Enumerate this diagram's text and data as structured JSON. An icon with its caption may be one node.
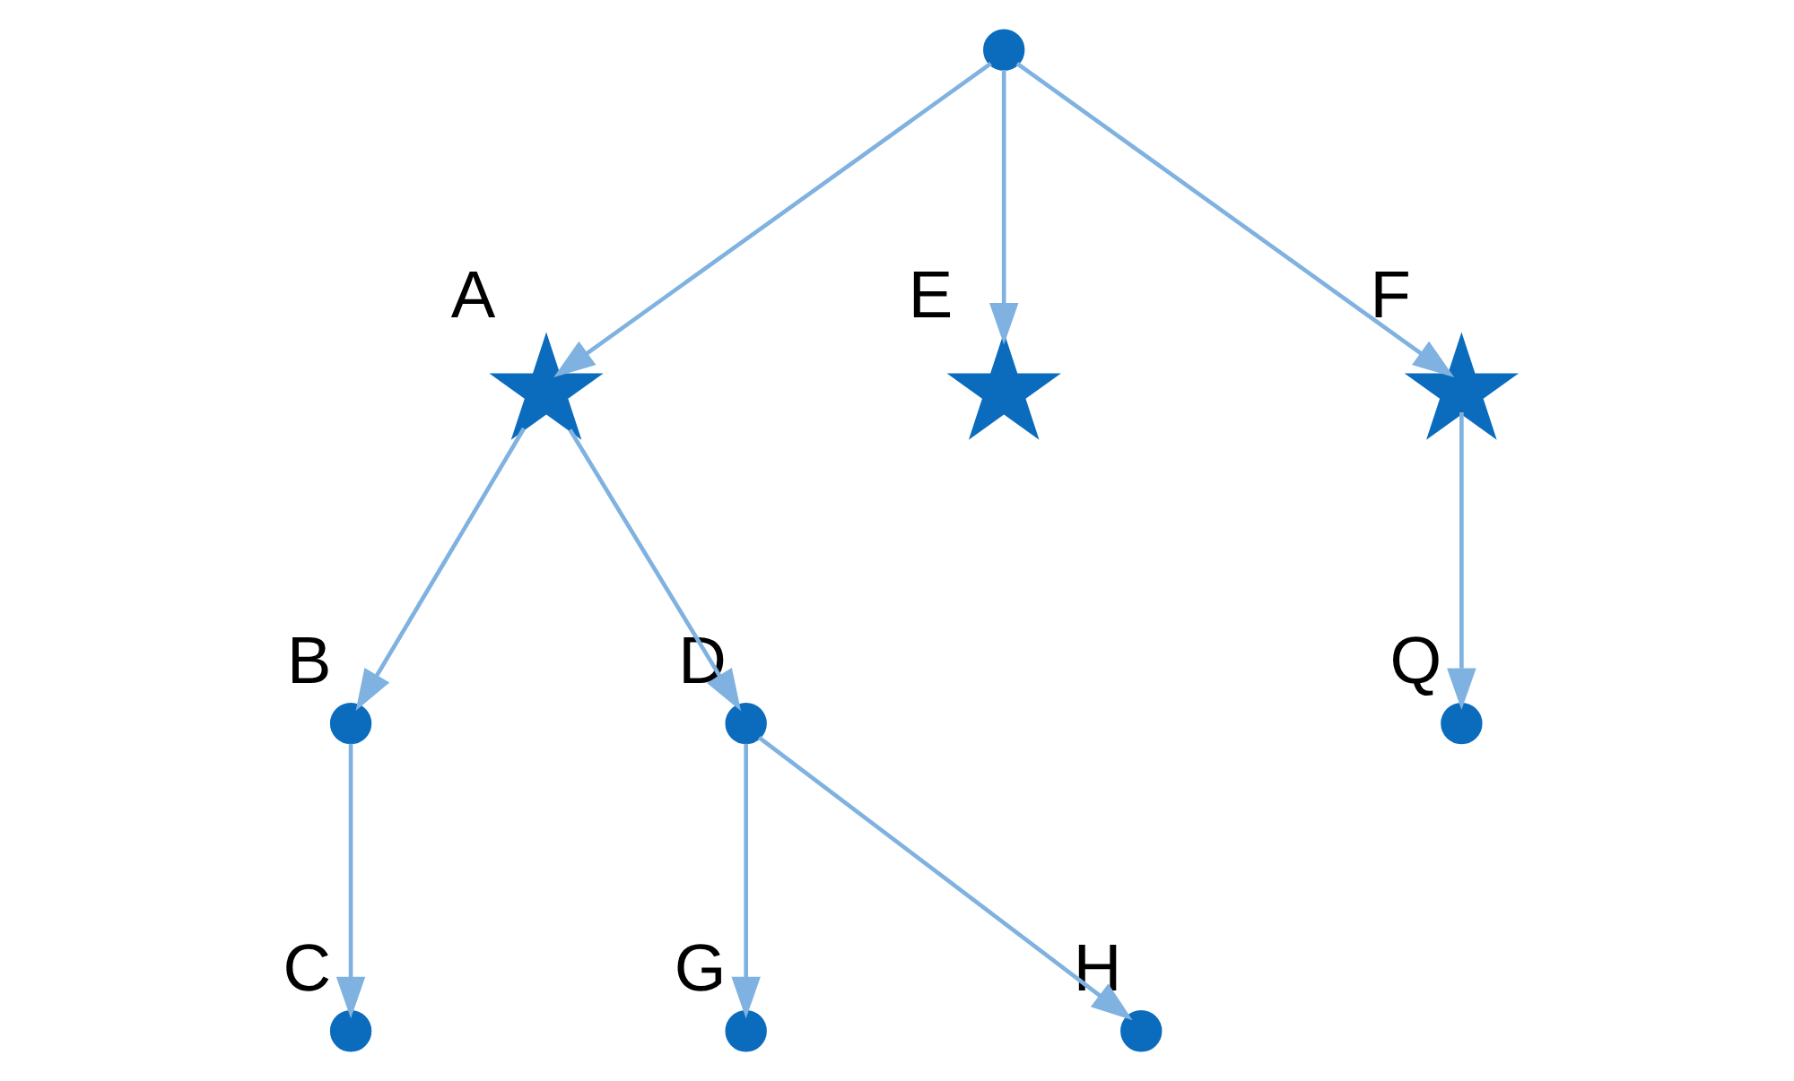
{
  "diagram": {
    "nodes": [
      {
        "text": [],
        "shape": "circle"
      },
      {
        "text": [],
        "shape": "star",
        "beside": [
          "A"
        ]
      },
      {
        "text": [],
        "shape": "star",
        "beside": [
          "E"
        ]
      },
      {
        "text": [],
        "shape": "star",
        "beside": [
          "F"
        ]
      },
      {
        "text": [],
        "shape": "circle",
        "beside": [
          "B"
        ]
      },
      {
        "text": [],
        "shape": "circle",
        "beside": [
          "D"
        ]
      },
      {
        "text": [],
        "shape": "circle",
        "beside": [
          "Q"
        ]
      },
      {
        "text": [],
        "shape": "circle",
        "beside": [
          "C"
        ]
      },
      {
        "text": [],
        "shape": "circle",
        "beside": [
          "G"
        ]
      },
      {
        "text": [],
        "shape": "circle",
        "beside": [
          "H"
        ]
      }
    ],
    "edges": [
      {
        "from": 0,
        "to": 1,
        "arrow": "to"
      },
      {
        "from": 0,
        "to": 2,
        "arrow": "to"
      },
      {
        "from": 0,
        "to": 3,
        "arrow": "to"
      },
      {
        "from": 1,
        "to": 4,
        "arrow": "to"
      },
      {
        "from": 1,
        "to": 5,
        "arrow": "to"
      },
      {
        "from": 3,
        "to": 6,
        "arrow": "to"
      },
      {
        "from": 4,
        "to": 7,
        "arrow": "to"
      },
      {
        "from": 5,
        "to": 8,
        "arrow": "to"
      },
      {
        "from": 5,
        "to": 9,
        "arrow": "to"
      }
    ]
  }
}
